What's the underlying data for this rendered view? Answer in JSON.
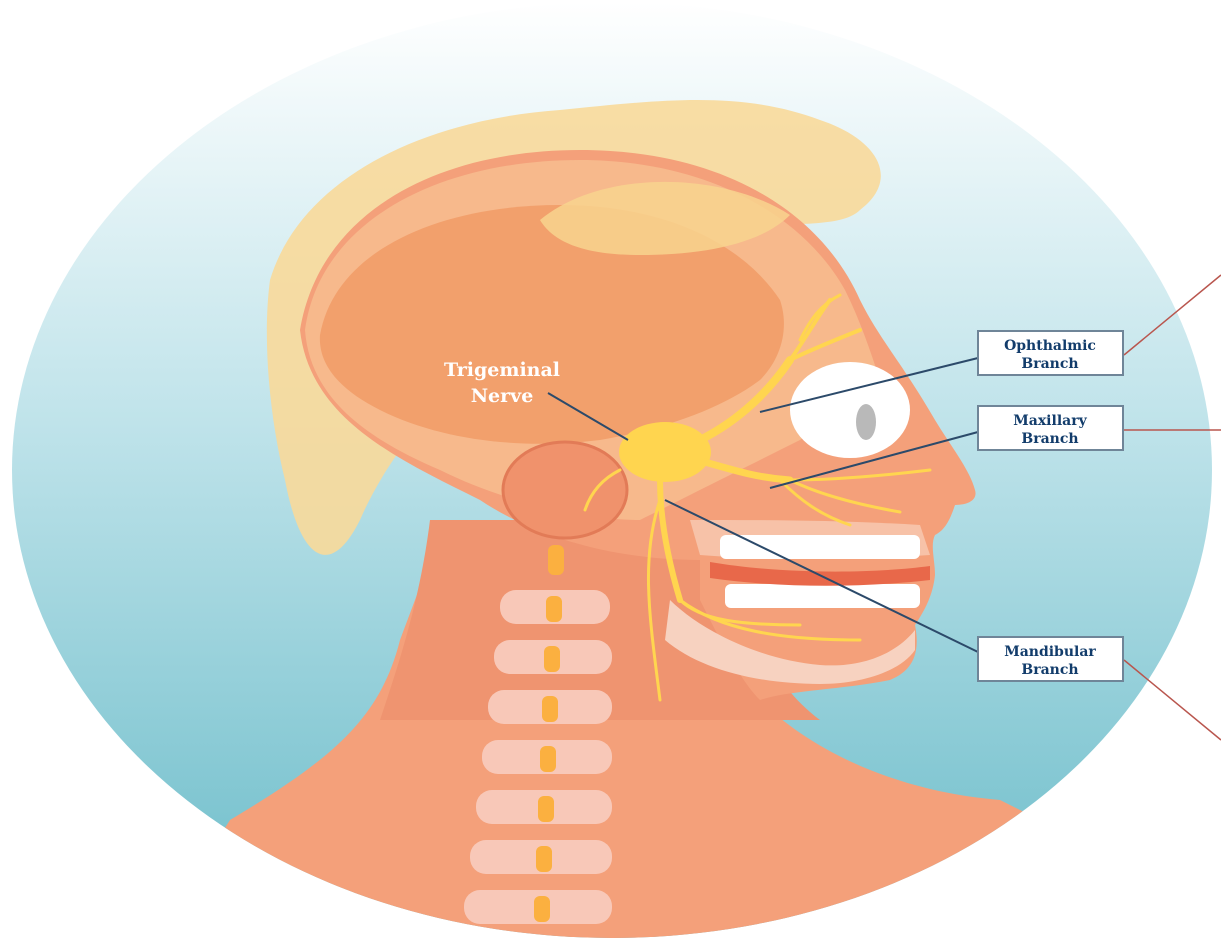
{
  "labels": {
    "nerve": {
      "line1": "Trigeminal",
      "line2": "Nerve"
    },
    "ophthalmic": {
      "line1": "Ophthalmic",
      "line2": "Branch"
    },
    "maxillary": {
      "line1": "Maxillary",
      "line2": "Branch"
    },
    "mandibular": {
      "line1": "Mandibular",
      "line2": "Branch"
    }
  },
  "colors": {
    "background_top": "#ffffff",
    "background_bottom": "#6bbcc9",
    "skin": "#f4a07a",
    "skin_dark": "#ee8868",
    "skull": "#f7b98c",
    "brain": "#f2a06c",
    "hair": "#f8d99a",
    "nerve": "#ffd54f",
    "vertebra": "#f8c8b8",
    "spinal_cord": "#fbb040",
    "label_text": "#123c6b",
    "label_border": "#6f8598",
    "leader_line": "#2c4a6a"
  }
}
